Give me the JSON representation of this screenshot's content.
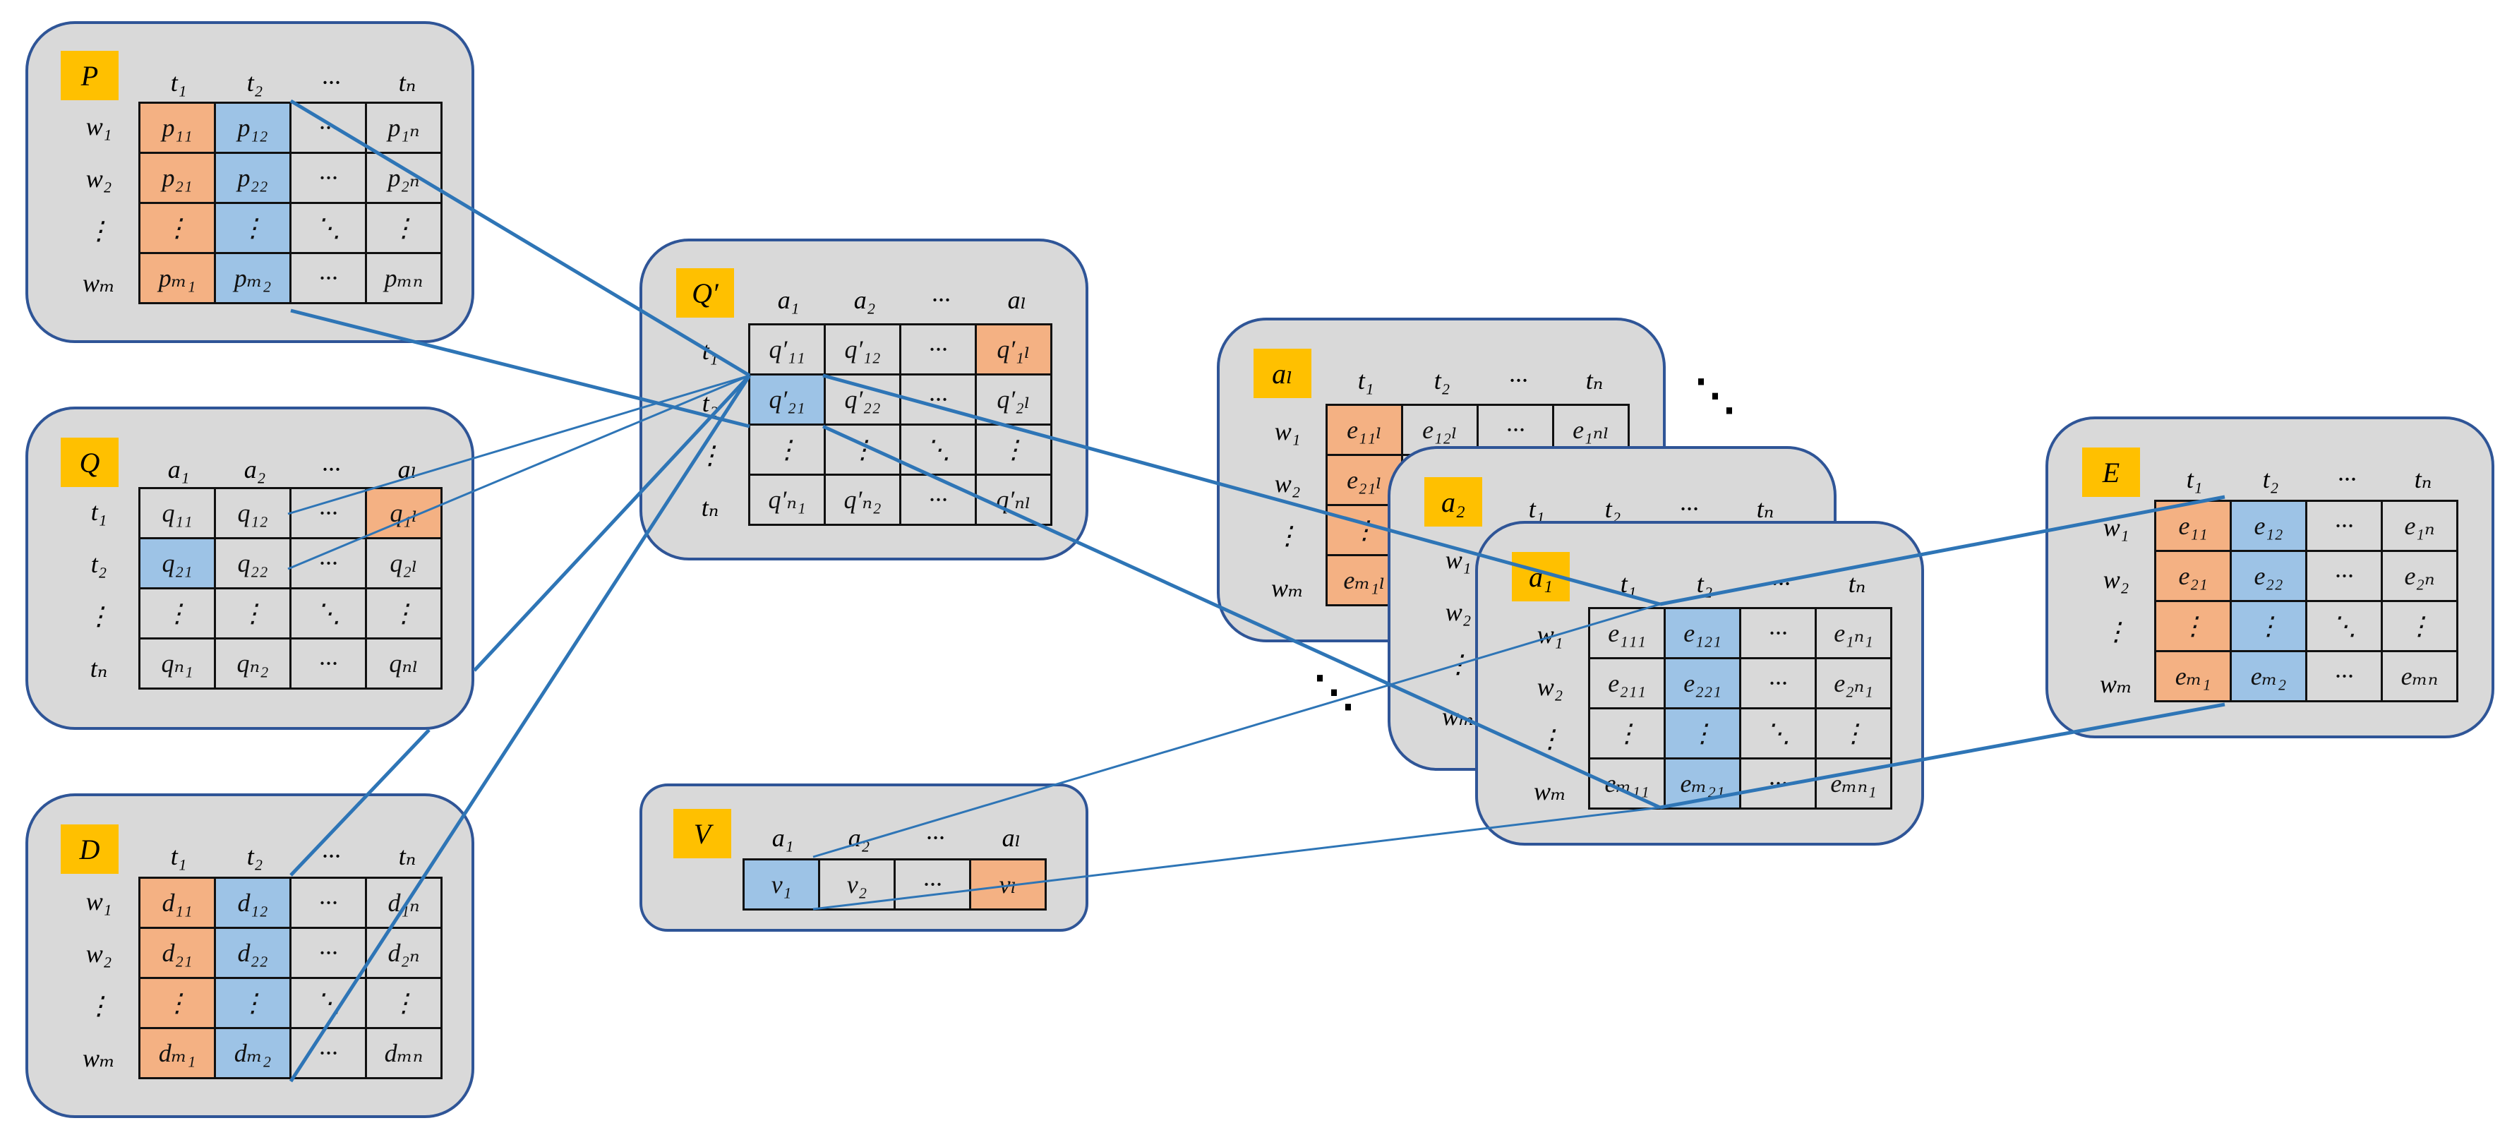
{
  "colors": {
    "panel_fill": "#d9d9d9",
    "panel_border": "#2f5597",
    "tag": "#ffc000",
    "orange": "#f4b183",
    "blue": "#9dc3e6",
    "link": "#2e75b6"
  },
  "P": {
    "tag": "P",
    "cols": [
      "t₁",
      "t₂",
      "···",
      "tₙ"
    ],
    "rows": [
      "w₁",
      "w₂",
      "⋮",
      "wₘ"
    ],
    "cells": [
      [
        "p₁₁",
        "p₁₂",
        "···",
        "p₁ₙ"
      ],
      [
        "p₂₁",
        "p₂₂",
        "···",
        "p₂ₙ"
      ],
      [
        "⋮",
        "⋮",
        "⋱",
        "⋮"
      ],
      [
        "pₘ₁",
        "pₘ₂",
        "···",
        "pₘₙ"
      ]
    ]
  },
  "Q": {
    "tag": "Q",
    "cols": [
      "a₁",
      "a₂",
      "···",
      "aₗ"
    ],
    "rows": [
      "t₁",
      "t₂",
      "⋮",
      "tₙ"
    ],
    "cells": [
      [
        "q₁₁",
        "q₁₂",
        "···",
        "q₁ₗ"
      ],
      [
        "q₂₁",
        "q₂₂",
        "···",
        "q₂ₗ"
      ],
      [
        "⋮",
        "⋮",
        "⋱",
        "⋮"
      ],
      [
        "qₙ₁",
        "qₙ₂",
        "···",
        "qₙₗ"
      ]
    ]
  },
  "D": {
    "tag": "D",
    "cols": [
      "t₁",
      "t₂",
      "···",
      "tₙ"
    ],
    "rows": [
      "w₁",
      "w₂",
      "⋮",
      "wₘ"
    ],
    "cells": [
      [
        "d₁₁",
        "d₁₂",
        "···",
        "d₁ₙ"
      ],
      [
        "d₂₁",
        "d₂₂",
        "···",
        "d₂ₙ"
      ],
      [
        "⋮",
        "⋮",
        "⋱",
        "⋮"
      ],
      [
        "dₘ₁",
        "dₘ₂",
        "···",
        "dₘₙ"
      ]
    ]
  },
  "Qp": {
    "tag": "Q′",
    "cols": [
      "a₁",
      "a₂",
      "···",
      "aₗ"
    ],
    "rows": [
      "t₁",
      "t₂",
      "⋮",
      "tₙ"
    ],
    "cells": [
      [
        "q′₁₁",
        "q′₁₂",
        "···",
        "q′₁ₗ"
      ],
      [
        "q′₂₁",
        "q′₂₂",
        "···",
        "q′₂ₗ"
      ],
      [
        "⋮",
        "⋮",
        "⋱",
        "⋮"
      ],
      [
        "q′ₙ₁",
        "q′ₙ₂",
        "···",
        "q′ₙₗ"
      ]
    ]
  },
  "V": {
    "tag": "V",
    "cols": [
      "a₁",
      "a₂",
      "···",
      "aₗ"
    ],
    "cells": [
      [
        "v₁",
        "v₂",
        "···",
        "vₗ"
      ]
    ]
  },
  "Al": {
    "tag": "aₗ",
    "cols": [
      "t₁",
      "t₂",
      "···",
      "tₙ"
    ],
    "rows": [
      "w₁",
      "w₂",
      "⋮",
      "wₘ"
    ],
    "cells": [
      [
        "e₁₁ₗ",
        "e₁₂ₗ",
        "···",
        "e₁ₙₗ"
      ],
      [
        "e₂₁ₗ",
        "",
        "",
        ""
      ],
      [
        "⋮",
        "",
        "",
        ""
      ],
      [
        "eₘ₁ₗ",
        "",
        "",
        ""
      ]
    ]
  },
  "A2": {
    "tag": "a₂",
    "cols": [
      "t₁",
      "t₂",
      "···",
      "tₙ"
    ],
    "rows": [
      "w₁",
      "w₂",
      "⋮",
      "wₘ"
    ]
  },
  "A1": {
    "tag": "a₁",
    "cols": [
      "t₁",
      "t₂",
      "···",
      "tₙ"
    ],
    "rows": [
      "w₁",
      "w₂",
      "⋮",
      "wₘ"
    ],
    "cells": [
      [
        "e₁₁₁",
        "e₁₂₁",
        "···",
        "e₁ₙ₁"
      ],
      [
        "e₂₁₁",
        "e₂₂₁",
        "···",
        "e₂ₙ₁"
      ],
      [
        "⋮",
        "⋮",
        "⋱",
        "⋮"
      ],
      [
        "eₘ₁₁",
        "eₘ₂₁",
        "···",
        "eₘₙ₁"
      ]
    ]
  },
  "E": {
    "tag": "E",
    "cols": [
      "t₁",
      "t₂",
      "···",
      "tₙ"
    ],
    "rows": [
      "w₁",
      "w₂",
      "⋮",
      "wₘ"
    ],
    "cells": [
      [
        "e₁₁",
        "e₁₂",
        "···",
        "e₁ₙ"
      ],
      [
        "e₂₁",
        "e₂₂",
        "···",
        "e₂ₙ"
      ],
      [
        "⋮",
        "⋮",
        "⋱",
        "⋮"
      ],
      [
        "eₘ₁",
        "eₘ₂",
        "···",
        "eₘₙ"
      ]
    ]
  },
  "ellipsis": {
    "top": "⋱",
    "bottom": "⋱"
  }
}
